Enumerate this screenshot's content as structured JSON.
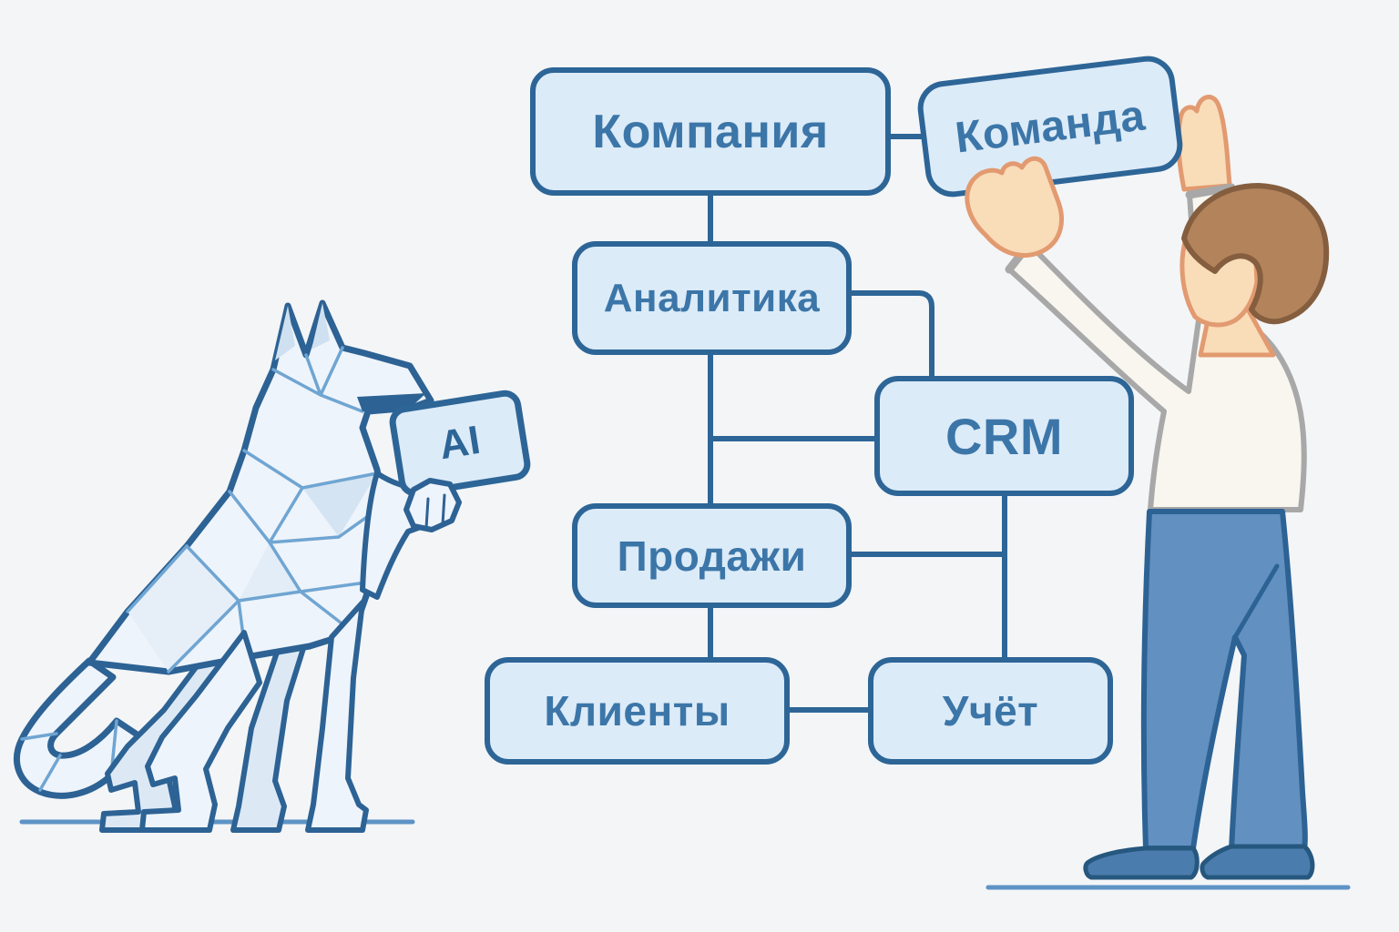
{
  "flowchart": {
    "nodes": [
      {
        "id": "company",
        "label": "Компания"
      },
      {
        "id": "team",
        "label": "Команда"
      },
      {
        "id": "analytics",
        "label": "Аналитика"
      },
      {
        "id": "crm",
        "label": "CRM"
      },
      {
        "id": "sales",
        "label": "Продажи"
      },
      {
        "id": "clients",
        "label": "Клиенты"
      },
      {
        "id": "accounting",
        "label": "Учёт"
      }
    ],
    "edges": [
      [
        "Компания",
        "Аналитика"
      ],
      [
        "Компания",
        "Команда"
      ],
      [
        "Аналитика",
        "CRM"
      ],
      [
        "Аналитика",
        "Продажи"
      ],
      [
        "Аналитика",
        "CRM-left"
      ],
      [
        "Продажи",
        "CRM"
      ],
      [
        "CRM",
        "Учёт"
      ],
      [
        "Продажи",
        "Клиенты"
      ],
      [
        "Клиенты",
        "Учёт"
      ]
    ],
    "colors": {
      "node_fill": "#dcebf8",
      "node_border": "#2d6597",
      "node_label": "#3c76a8",
      "connector": "#2d6597"
    }
  },
  "ai_sign": {
    "label": "AI",
    "fill": "#dcebf8",
    "border": "#2d6597"
  },
  "wolf": {
    "style": "low-poly",
    "outline": "#2d6294",
    "facet_line": "#6fa5d2",
    "fill_light": "#eef4fb",
    "fill_mid": "#dce9f5",
    "ground_line": "#5e93c5"
  },
  "person": {
    "shirt_fill": "#f8f6ef",
    "shirt_outline": "#a8a8a8",
    "skin_fill": "#f9dcb8",
    "skin_outline": "#e29a70",
    "hair_fill": "#b3835b",
    "hair_outline": "#845e3e",
    "pants_fill": "#6290c0",
    "pants_outline": "#2d6294",
    "shoe_fill": "#4a7dad",
    "ground_line": "#5e93c5"
  }
}
